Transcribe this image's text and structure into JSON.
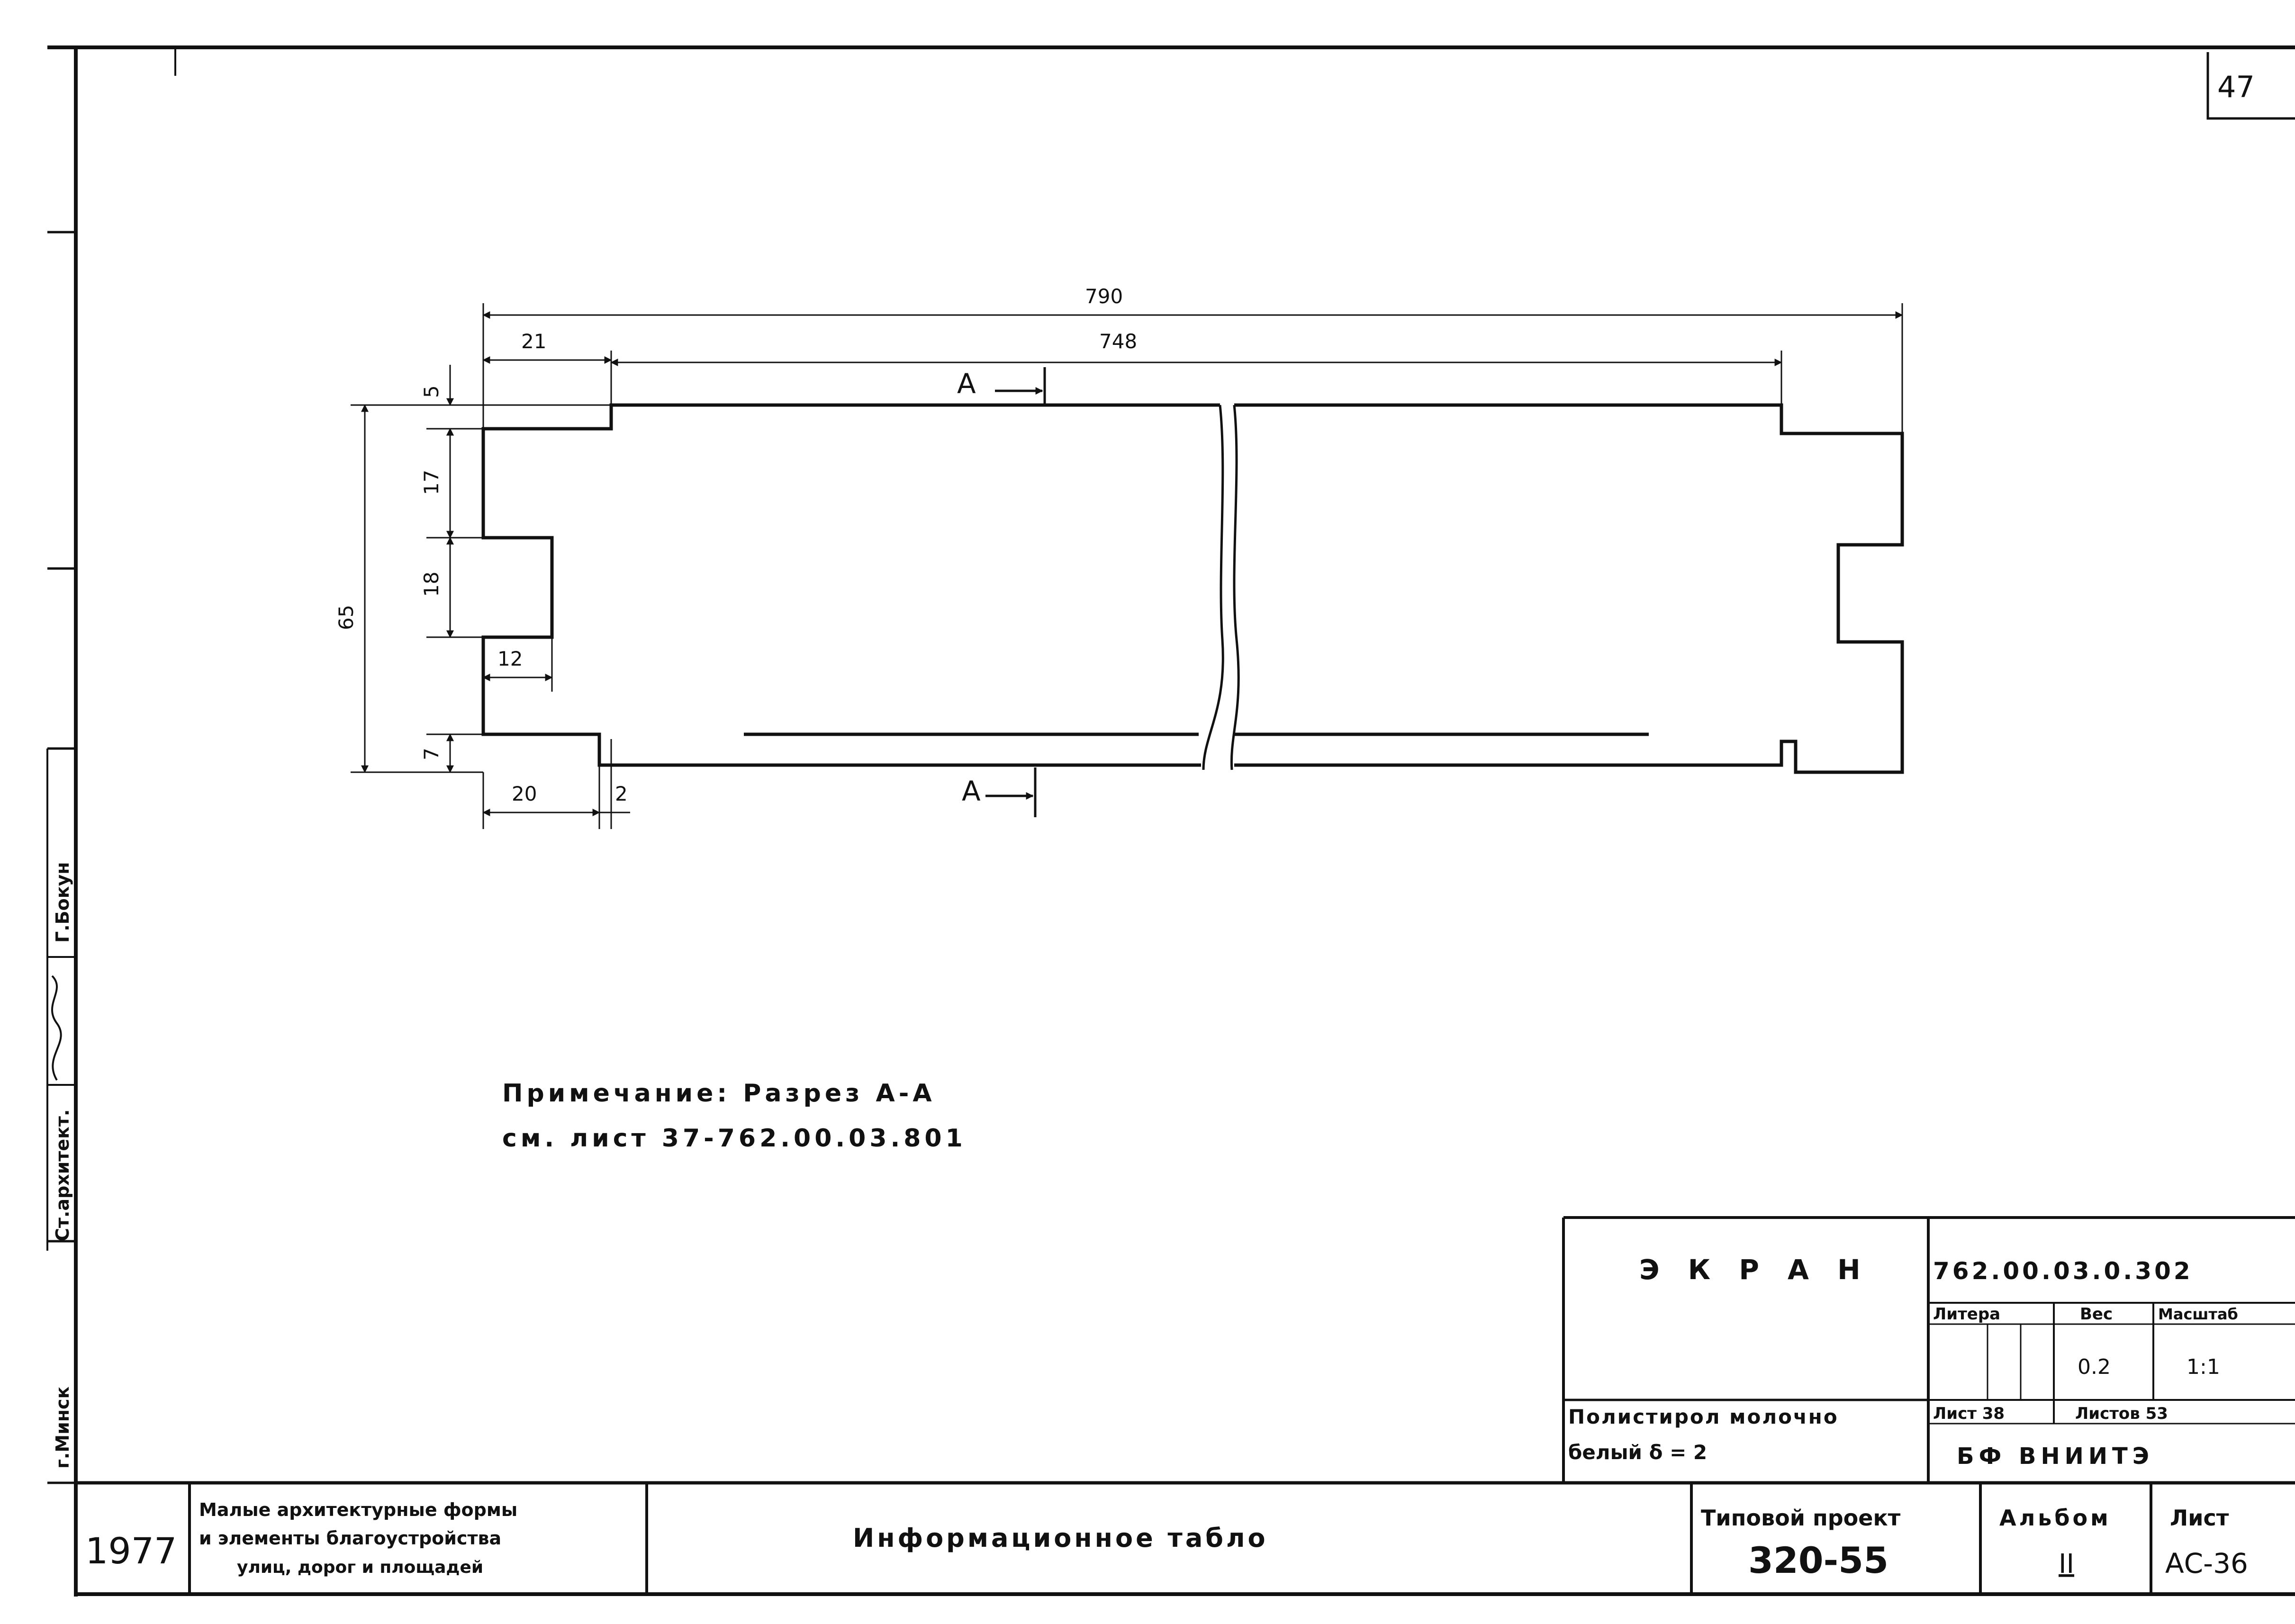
{
  "sheet_number": "47",
  "drawing": {
    "dims": {
      "overall": "790",
      "inner": "748",
      "left_offset": "21",
      "top_gap": "5",
      "upper_part": "17",
      "notch_height": "18",
      "total_height": "65",
      "notch_width": "12",
      "bottom_gap": "7",
      "foot_width": "20",
      "foot_gap": "2"
    },
    "section_label_top": "А",
    "section_label_bottom": "А"
  },
  "note": {
    "line1": "Примечание: Разрез А-А",
    "line2": "см. лист 37-762.00.03.801"
  },
  "side_stamp": {
    "city": "г.Минск",
    "role": "Ст.архитект.",
    "name": "Г.Бокун"
  },
  "title_block": {
    "item_name": "Э К Р А Н",
    "code": "762.00.03.0.302",
    "litera_label": "Литера",
    "weight_label": "Вес",
    "scale_label": "Масштаб",
    "weight_value": "0.2",
    "scale_value": "1:1",
    "material_line1": "Полистирол молочно",
    "material_line2": "белый   δ = 2",
    "sheet_label": "Лист 38",
    "sheets_label": "Листов 53",
    "org": "БФ   ВНИИТЭ",
    "year": "1977",
    "series_line1": "Малые архитектурные формы",
    "series_line2": "и элементы благоустройства",
    "series_line3": "улиц, дорог и площадей",
    "title": "Информационное табло",
    "project_label": "Типовой проект",
    "project_value": "320-55",
    "album_label": "Альбом",
    "album_value": "II",
    "list_label": "Лист",
    "list_value": "АС-36"
  }
}
